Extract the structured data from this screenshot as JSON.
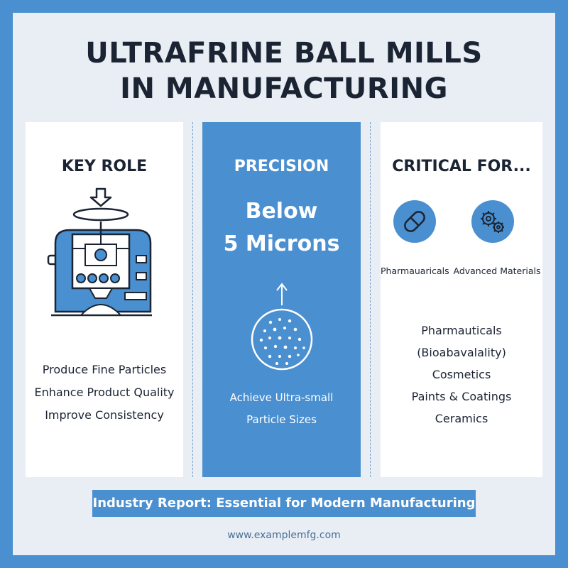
{
  "title_lines": [
    "ULTRAFRINE BALL MILLS",
    "IN MANUFACTURING"
  ],
  "key_role": {
    "heading": "KEY ROLE",
    "icon": "ball-mill-machine-icon",
    "items": [
      "Produce Fine Particles",
      "Enhance Product Quality",
      "Improve Consistency"
    ]
  },
  "precision": {
    "heading": "PRECISION",
    "value_lines": [
      "Below",
      "5 Microns"
    ],
    "icon": "particle-sphere-icon",
    "caption_lines": [
      "Achieve Ultra-small",
      "Particle Sizes"
    ]
  },
  "critical_for": {
    "heading": "CRITICAL FOR...",
    "icons": [
      {
        "icon": "capsule-icon",
        "label": "Pharmauaricals"
      },
      {
        "icon": "gears-icon",
        "label": "Advanced Materials"
      }
    ],
    "items": [
      "Pharmauticals",
      "(Bioabavalality)",
      "Cosmetics",
      "Paints & Coatings",
      "Ceramics"
    ]
  },
  "banner": "Industry Report: Essential for Modern Manufacturing",
  "url": "www.examplemfg.com",
  "colors": {
    "accent": "#4a8fd0",
    "text": "#1b2433",
    "background": "#e9eef4"
  }
}
